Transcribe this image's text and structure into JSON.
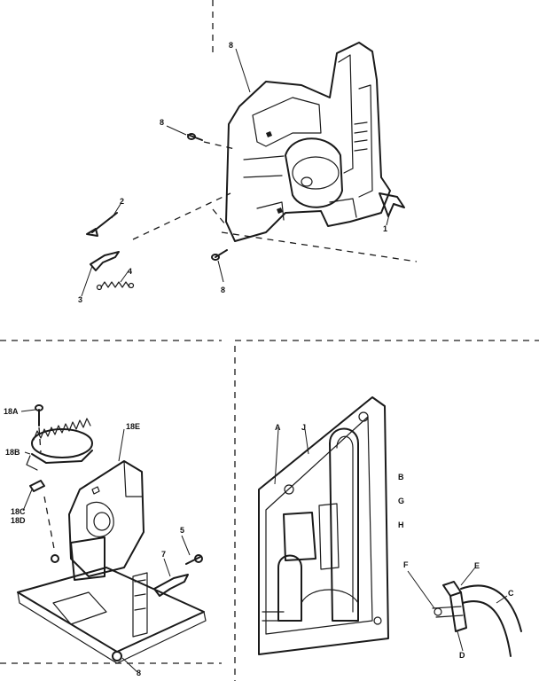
{
  "callouts": {
    "main_housing": "8",
    "screw_upper": "8",
    "screw_lower": "8",
    "shaft": "2",
    "latch": "3",
    "spring": "4",
    "clip": "1",
    "screw_18a": "18A",
    "gear_18b": "18B",
    "bracket_18e": "18E",
    "part_18c": "18C",
    "part_18d": "18D",
    "screw_5": "5",
    "link_7": "7",
    "nut_8": "8",
    "panel_a": "A",
    "tube_j": "J",
    "label_b": "B",
    "label_g": "G",
    "label_h": "H",
    "label_f": "F",
    "label_e": "E",
    "label_c": "C",
    "label_d": "D"
  }
}
